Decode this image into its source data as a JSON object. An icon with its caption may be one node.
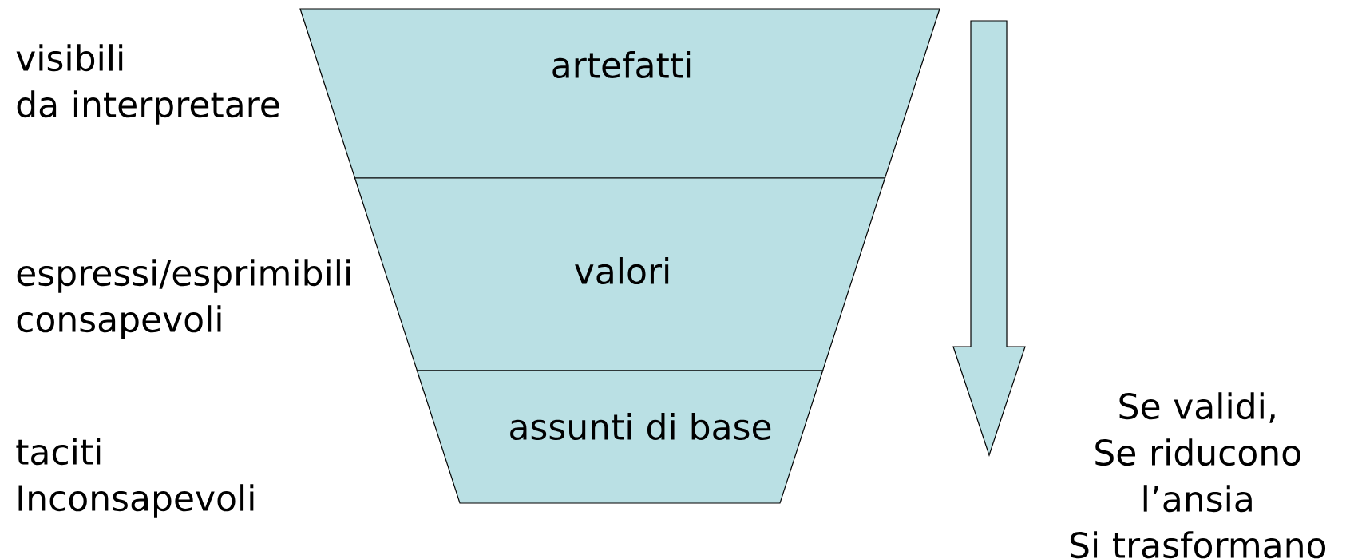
{
  "diagram": {
    "nodes": [
      {
        "text": [
          "artefatti"
        ]
      },
      {
        "text": [
          "valori"
        ]
      },
      {
        "text": [
          "assunti di base"
        ]
      }
    ],
    "labels": [
      "visibili da interpretare",
      "espressi/esprimibili consapevoli",
      "taciti Inconsapevoli",
      "Se validi, Se riducono l’ansia Si trasformano"
    ]
  }
}
